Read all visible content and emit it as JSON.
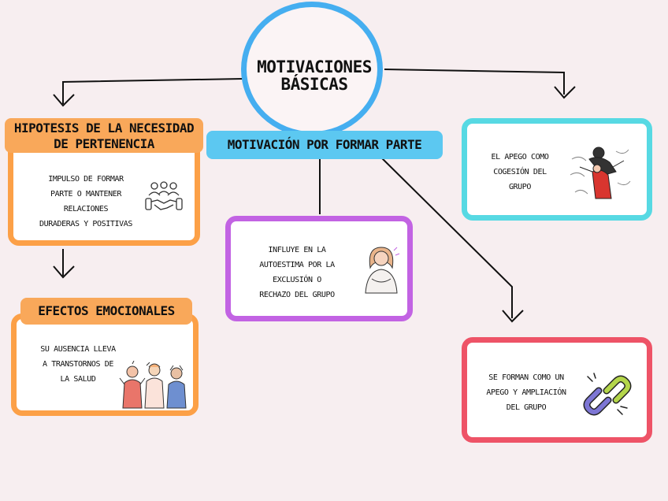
{
  "title": {
    "line1": "MOTIVACIONES",
    "line2": "BÁSICAS"
  },
  "subtitle": "MOTIVACIÓN POR FORMAR PARTE",
  "left_branch": {
    "header": {
      "line1": "HIPOTESIS DE LA NECESIDAD",
      "line2": "DE PERTENENCIA"
    },
    "text": [
      "IMPULSO DE FORMAR",
      "PARTE O MANTENER",
      "RELACIONES",
      "DURADERAS Y POSITIVAS"
    ],
    "icon": "handshake-group-icon"
  },
  "left_child": {
    "header": "EFECTOS EMOCIONALES",
    "text": [
      "SU AUSENCIA LLEVA",
      "A TRANSTORNOS DE",
      "LA SALUD"
    ],
    "icon": "distressed-people-illustration"
  },
  "center_box": {
    "text": [
      "INFLUYE EN LA",
      "AUTOESTIMA POR LA",
      "EXCLUSIÓN O",
      "RECHAZO DEL GRUPO"
    ],
    "icon": "sad-woman-illustration"
  },
  "right_top_box": {
    "text": [
      "EL APEGO COMO",
      "COGESIÓN DEL",
      "GRUPO"
    ],
    "icon": "clinging-couple-illustration"
  },
  "right_bottom_box": {
    "text": [
      "SE FORMAN COMO UN",
      "APEGO Y AMPLIACIÓN",
      "DEL GRUPO"
    ],
    "icon": "chain-link-icon"
  },
  "colors": {
    "background": "#f7eef0",
    "circle": "#45aef0",
    "banner_blue": "#5cc8f1",
    "orange": "#fca047",
    "purple": "#c263e3",
    "cyan": "#57d9e3",
    "red": "#ee5367"
  }
}
